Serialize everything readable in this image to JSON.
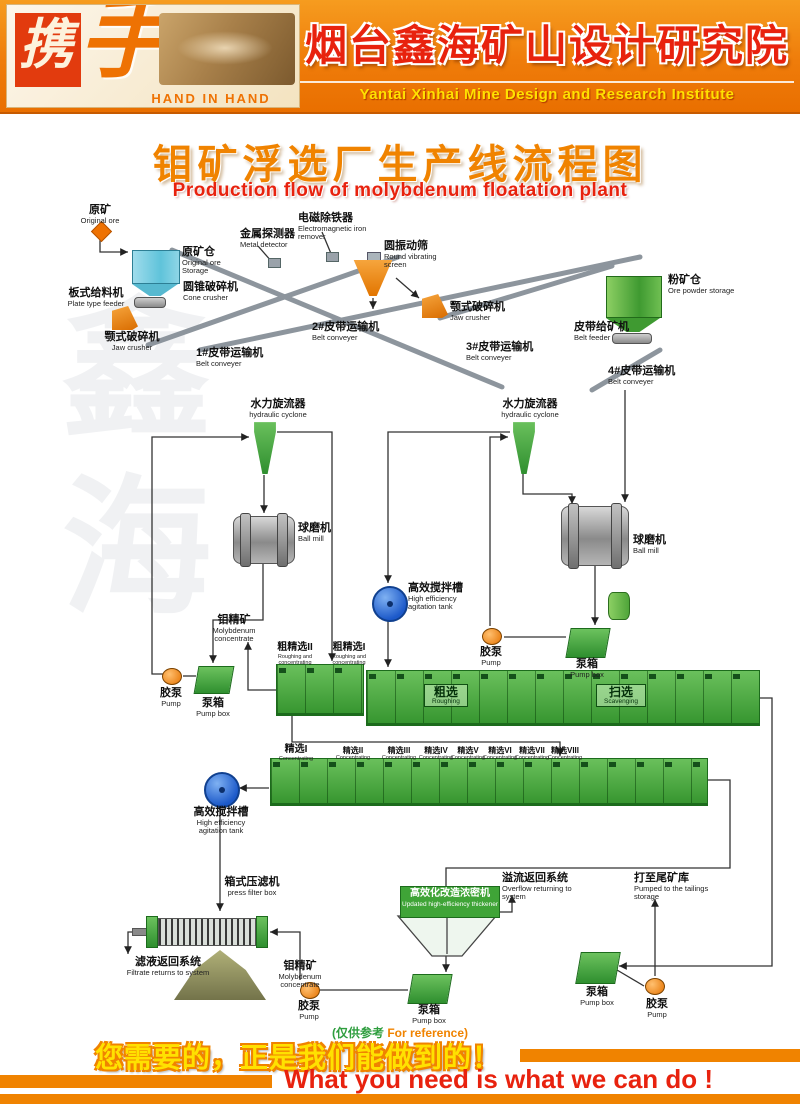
{
  "header": {
    "logo": {
      "char1": "携",
      "char2": "手",
      "en": "HAND IN HAND"
    },
    "org_cn": "烟台鑫海矿山设计研究院",
    "org_en": "Yantai Xinhai Mine Design and Research Institute"
  },
  "title": {
    "cn": "钼矿浮选厂生产线流程图",
    "en": "Production flow of molybdenum floatation plant"
  },
  "watermark": "鑫海",
  "footer": {
    "ref_cn": "(仅供参考",
    "ref_en": "For reference)",
    "slogan_cn": "您需要的，正是我们能做到的！",
    "slogan_en": "What you need is what we can do !"
  },
  "colors": {
    "accent_orange": "#f08300",
    "brand_red": "#e8220e",
    "equipment_green": "#3fa437",
    "slogan_yellow": "#ffe100"
  },
  "labels": {
    "original_ore": {
      "cn": "原矿",
      "en": "Original ore"
    },
    "ore_storage": {
      "cn": "原矿仓",
      "en": "Original ore Storage"
    },
    "cone_crusher": {
      "cn": "圆锥破碎机",
      "en": "Cone crusher"
    },
    "plate_feeder": {
      "cn": "板式给料机",
      "en": "Plate type feeder"
    },
    "jaw_crusher_1": {
      "cn": "颚式破碎机",
      "en": "Jaw crusher"
    },
    "belt_1": {
      "cn": "1#皮带运输机",
      "en": "Belt conveyer"
    },
    "metal_detector": {
      "cn": "金属探测器",
      "en": "Metal detector"
    },
    "iron_remover": {
      "cn": "电磁除铁器",
      "en": "Electromagnetic iron remover"
    },
    "vibrating_screen": {
      "cn": "圆振动筛",
      "en": "Round vibrating screen"
    },
    "belt_2": {
      "cn": "2#皮带运输机",
      "en": "Belt conveyer"
    },
    "jaw_crusher_2": {
      "cn": "颚式破碎机",
      "en": "Jaw crusher"
    },
    "belt_3": {
      "cn": "3#皮带运输机",
      "en": "Belt conveyer"
    },
    "powder_storage": {
      "cn": "粉矿仓",
      "en": "Ore powder storage"
    },
    "belt_feeder": {
      "cn": "皮带给矿机",
      "en": "Belt feeder"
    },
    "belt_4": {
      "cn": "4#皮带运输机",
      "en": "Belt conveyer"
    },
    "cyclone_left": {
      "cn": "水力旋流器",
      "en": "hydraulic cyclone"
    },
    "cyclone_right": {
      "cn": "水力旋流器",
      "en": "hydraulic cyclone"
    },
    "ball_mill_left": {
      "cn": "球磨机",
      "en": "Ball mill"
    },
    "ball_mill_right": {
      "cn": "球磨机",
      "en": "Ball mill"
    },
    "agitation_right": {
      "cn": "高效搅拌槽",
      "en": "High efficiency agitation tank"
    },
    "agitation_left": {
      "cn": "高效搅拌槽",
      "en": "High efficiency agitation tank"
    },
    "mo_concentrate_mid": {
      "cn": "钼精矿",
      "en": "Molybdenum concentrate"
    },
    "mo_concentrate_bottom": {
      "cn": "钼精矿",
      "en": "Molybdenum concentrate"
    },
    "pump_left": {
      "cn": "胶泵",
      "en": "Pump"
    },
    "pumpbox_left": {
      "cn": "泵箱",
      "en": "Pump box"
    },
    "pump_mid": {
      "cn": "胶泵",
      "en": "Pump"
    },
    "pumpbox_mid": {
      "cn": "泵箱",
      "en": "Pump box"
    },
    "rough_conc_2": {
      "cn": "粗精选II",
      "en": "Roughing and concentrating"
    },
    "rough_conc_1": {
      "cn": "粗精选I",
      "en": "Roughing and concentrating"
    },
    "roughing": {
      "cn": "粗选",
      "en": "Roughing"
    },
    "scavenging": {
      "cn": "扫选",
      "en": "Scavenging"
    },
    "conc": [
      {
        "cn": "精选I",
        "en": "Concentrating"
      },
      {
        "cn": "精选II",
        "en": "Concentrating"
      },
      {
        "cn": "精选III",
        "en": "Concentrating"
      },
      {
        "cn": "精选IV",
        "en": "Concentrating"
      },
      {
        "cn": "精选V",
        "en": "Concentrating"
      },
      {
        "cn": "精选VI",
        "en": "Concentrating"
      },
      {
        "cn": "精选VII",
        "en": "Concentrating"
      },
      {
        "cn": "精选VIII",
        "en": "Concentrating"
      }
    ],
    "press_filter": {
      "cn": "箱式压滤机",
      "en": "press filter box"
    },
    "filtrate_return": {
      "cn": "滤液返回系统",
      "en": "Filtrate returns to system"
    },
    "thickener": {
      "cn": "高效化改造浓密机",
      "en": "Updated high-efficiency thickener"
    },
    "overflow_return": {
      "cn": "溢流返回系统",
      "en": "Overflow returning to system"
    },
    "tailings": {
      "cn": "打至尾矿库",
      "en": "Pumped to the tailings storage"
    },
    "pump_bottom_left": {
      "cn": "胶泵",
      "en": "Pump"
    },
    "pumpbox_bottom_left": {
      "cn": "泵箱",
      "en": "Pump box"
    },
    "pumpbox_bottom_right": {
      "cn": "泵箱",
      "en": "Pump box"
    },
    "pump_bottom_right": {
      "cn": "胶泵",
      "en": "Pump"
    }
  }
}
